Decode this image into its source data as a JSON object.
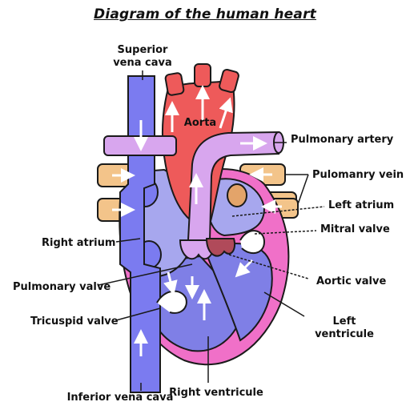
{
  "title": "Diagram of the human heart",
  "labels": {
    "superior_vena_cava_line1": "Superior",
    "superior_vena_cava_line2": "vena cava",
    "aorta": "Aorta",
    "pulmonary_artery": "Pulmonary artery",
    "pulmonary_vein": "Pulomanry vein",
    "left_atrium": "Left atrium",
    "mitral_valve": "Mitral valve",
    "right_atrium": "Right atrium",
    "aortic_valve": "Aortic valve",
    "pulmonary_valve": "Pulmonary valve",
    "tricuspid_valve": "Tricuspid valve",
    "left_ventricle_line1": "Left",
    "left_ventricle_line2": "ventricule",
    "inferior_vena_cava": "Inferior vena cava",
    "right_ventricle": "Right ventricule"
  },
  "colors": {
    "vena_cava": "#7b7bf0",
    "right_side": "#a7a7ee",
    "ventricle_wall": "#f070c8",
    "aorta": "#ee5a5a",
    "pulmonary_artery": "#d8a6ee",
    "pulmonary_vein": "#f3c48a",
    "left_chamber": "#7f7fe6",
    "outline": "#1a1a1a"
  }
}
